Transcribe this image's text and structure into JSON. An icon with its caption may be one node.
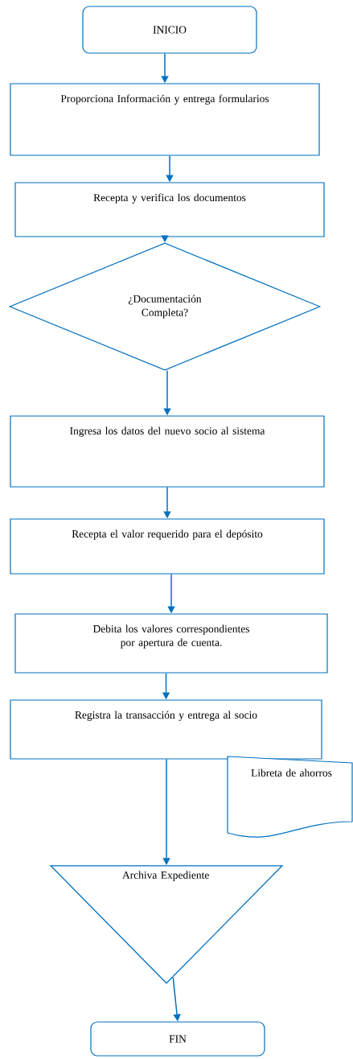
{
  "diagram": {
    "nodes": [
      {
        "text": [
          "INICIO"
        ]
      },
      {
        "text": [
          "Proporciona Información y entrega formularios"
        ]
      },
      {
        "text": [
          "Recepta y verifica los documentos"
        ]
      },
      {
        "text": [
          "¿Documentación Completa?"
        ]
      },
      {
        "text": [
          "Ingresa los datos del nuevo socio al sistema"
        ]
      },
      {
        "text": [
          "Recepta el valor requerido para el depósito"
        ]
      },
      {
        "text": [
          "Debita los valores correspondientes por apertura de cuenta."
        ]
      },
      {
        "text": [
          "Registra la transacción y entrega al socio"
        ]
      },
      {
        "text": [
          "Libreta de ahorros"
        ]
      },
      {
        "text": [
          "Archiva Expediente"
        ]
      },
      {
        "text": [
          "FIN"
        ]
      }
    ],
    "edges": [
      {
        "from": 0,
        "to": 1,
        "arrow": "to"
      },
      {
        "from": 1,
        "to": 2,
        "arrow": "to"
      },
      {
        "from": 2,
        "to": 3,
        "arrow": "to"
      },
      {
        "from": 3,
        "to": 4,
        "arrow": "to"
      },
      {
        "from": 4,
        "to": 5,
        "arrow": "to"
      },
      {
        "from": 5,
        "to": 6,
        "arrow": "to"
      },
      {
        "from": 6,
        "to": 7,
        "arrow": "to"
      },
      {
        "from": 7,
        "to": 9,
        "arrow": "to"
      },
      {
        "from": 9,
        "to": 10,
        "arrow": "to"
      }
    ]
  }
}
